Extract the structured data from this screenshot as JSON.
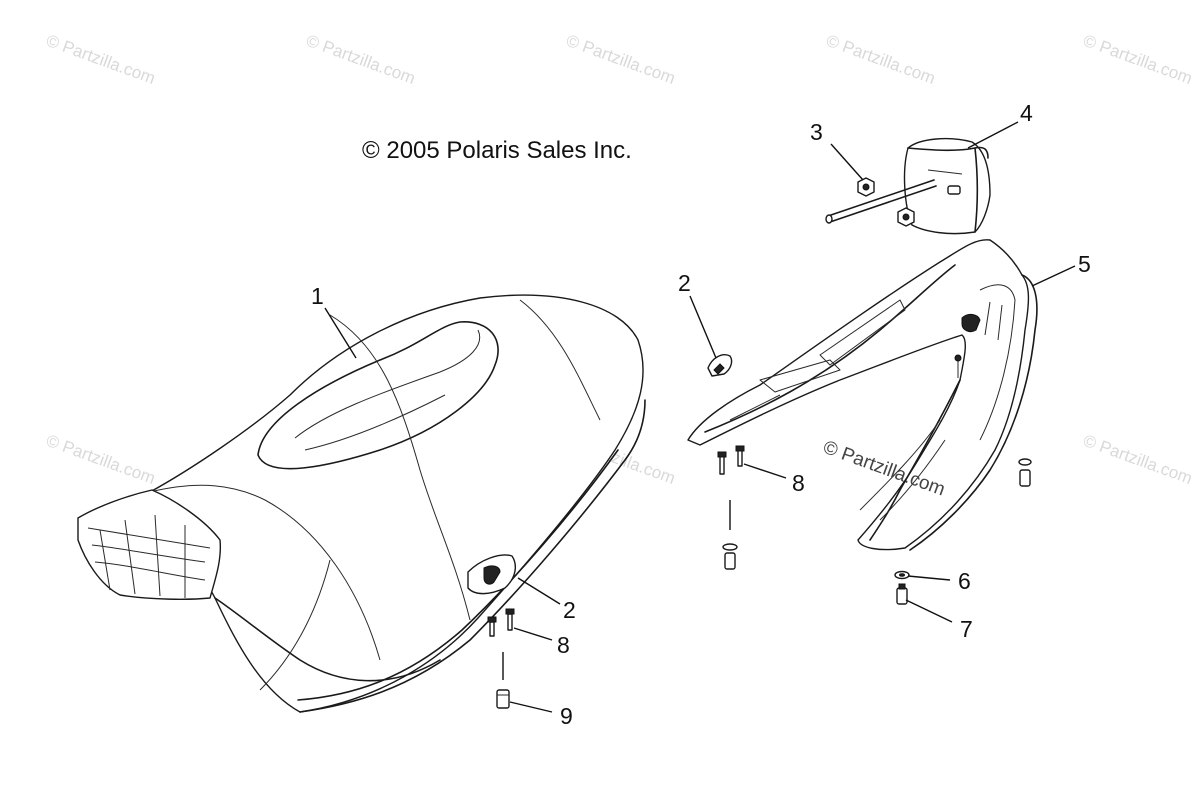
{
  "diagram": {
    "copyright": "© 2005 Polaris Sales Inc.",
    "watermark": "© Partzilla.com",
    "inline_watermark": "© Partzilla.com"
  },
  "callouts": [
    {
      "id": "callout-1",
      "label": "1"
    },
    {
      "id": "callout-2-bracket",
      "label": "2"
    },
    {
      "id": "callout-2-seat",
      "label": "2"
    },
    {
      "id": "callout-3",
      "label": "3"
    },
    {
      "id": "callout-4",
      "label": "4"
    },
    {
      "id": "callout-5",
      "label": "5"
    },
    {
      "id": "callout-6",
      "label": "6"
    },
    {
      "id": "callout-7",
      "label": "7"
    },
    {
      "id": "callout-8-bracket",
      "label": "8"
    },
    {
      "id": "callout-8-seat",
      "label": "8"
    },
    {
      "id": "callout-9",
      "label": "9"
    }
  ]
}
